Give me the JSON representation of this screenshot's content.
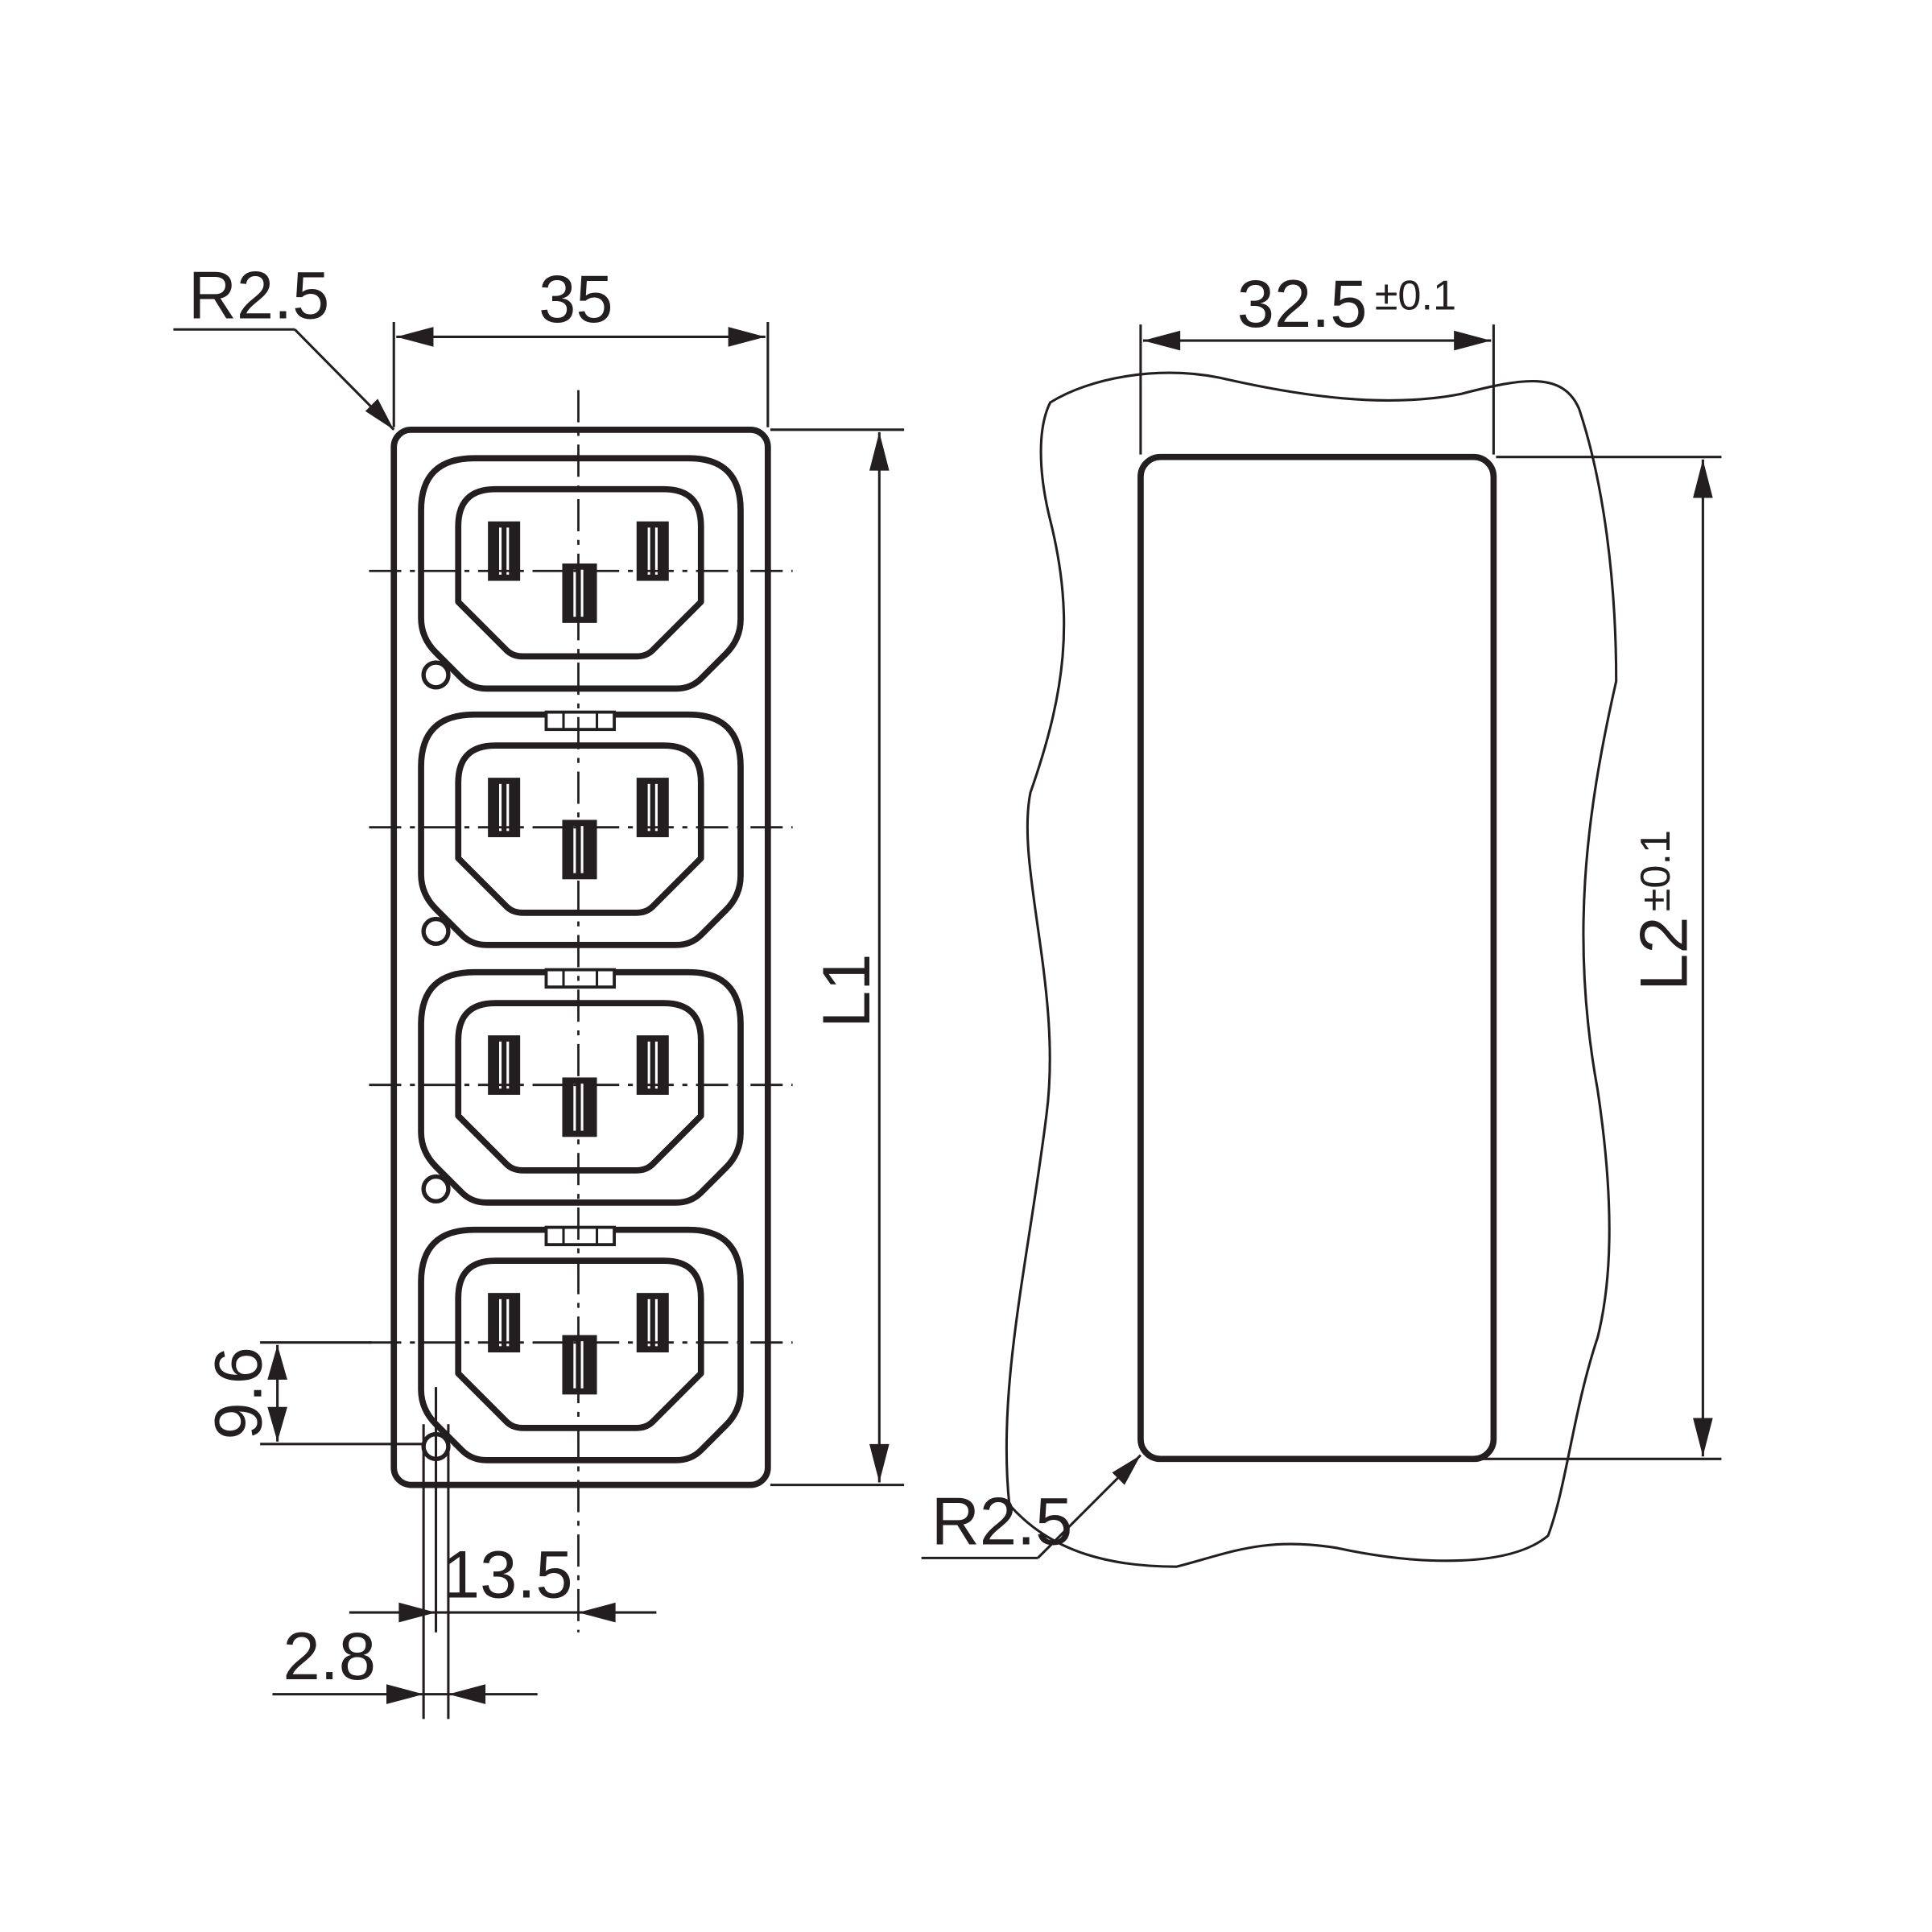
{
  "front_view": {
    "radius_label": "R2.5",
    "width_label": "35",
    "length_label": "L1",
    "hole_offset_v_label": "9.6",
    "hole_offset_h_label": "13.5",
    "hole_diameter_label": "2.8",
    "outlet_count": 4
  },
  "cutout_view": {
    "width_label": "32.5",
    "width_tolerance": "±0.1",
    "length_label": "L2",
    "length_tolerance": "±0.1",
    "radius_label": "R2.5"
  },
  "colors": {
    "line": "#231f20",
    "background": "#ffffff"
  }
}
